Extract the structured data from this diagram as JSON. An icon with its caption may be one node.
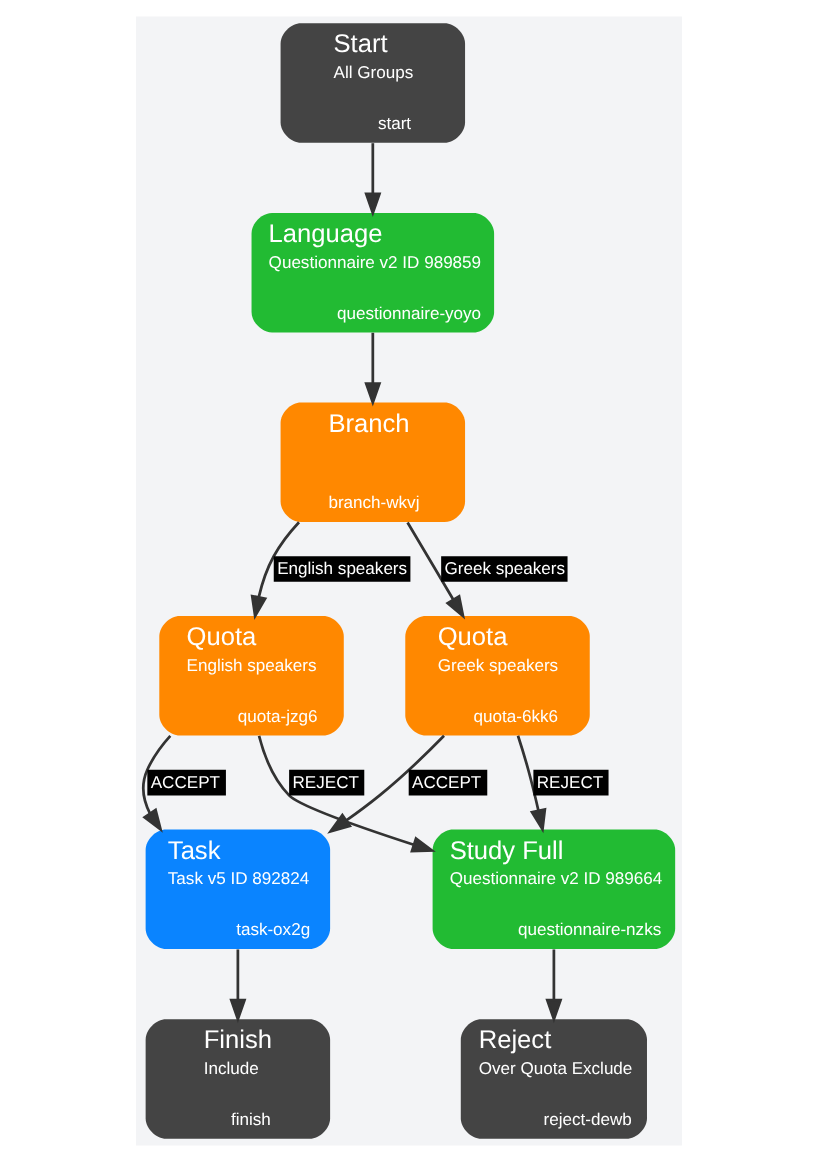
{
  "diagram": {
    "nodes": [
      {
        "text": [
          "Start",
          "All Groups",
          "start"
        ]
      },
      {
        "text": [
          "Language",
          "Questionnaire v2 ID 989859",
          "questionnaire-yoyo"
        ]
      },
      {
        "text": [
          "Branch",
          "branch-wkvj"
        ]
      },
      {
        "text": [
          "Quota",
          "English speakers",
          "quota-jzg6"
        ]
      },
      {
        "text": [
          "Quota",
          "Greek speakers",
          "quota-6kk6"
        ]
      },
      {
        "text": [
          "Task",
          "Task v5 ID 892824",
          "task-ox2g"
        ]
      },
      {
        "text": [
          "Study Full",
          "Questionnaire v2 ID 989664",
          "questionnaire-nzks"
        ]
      },
      {
        "text": [
          "Finish",
          "Include",
          "finish"
        ]
      },
      {
        "text": [
          "Reject",
          "Over Quota Exclude",
          "reject-dewb"
        ]
      }
    ],
    "edges": [
      {
        "from": 0,
        "to": 1,
        "arrow": "to"
      },
      {
        "from": 1,
        "to": 2,
        "arrow": "to"
      },
      {
        "from": 2,
        "to": 3,
        "arrow": "to",
        "label": "English speakers"
      },
      {
        "from": 2,
        "to": 4,
        "arrow": "to",
        "label": "Greek speakers"
      },
      {
        "from": 3,
        "to": 5,
        "arrow": "to",
        "label": "ACCEPT"
      },
      {
        "from": 3,
        "to": 6,
        "arrow": "to",
        "label": "REJECT"
      },
      {
        "from": 4,
        "to": 5,
        "arrow": "to",
        "label": "ACCEPT"
      },
      {
        "from": 4,
        "to": 6,
        "arrow": "to",
        "label": "REJECT"
      },
      {
        "from": 5,
        "to": 7,
        "arrow": "to"
      },
      {
        "from": 6,
        "to": 8,
        "arrow": "to"
      }
    ]
  }
}
